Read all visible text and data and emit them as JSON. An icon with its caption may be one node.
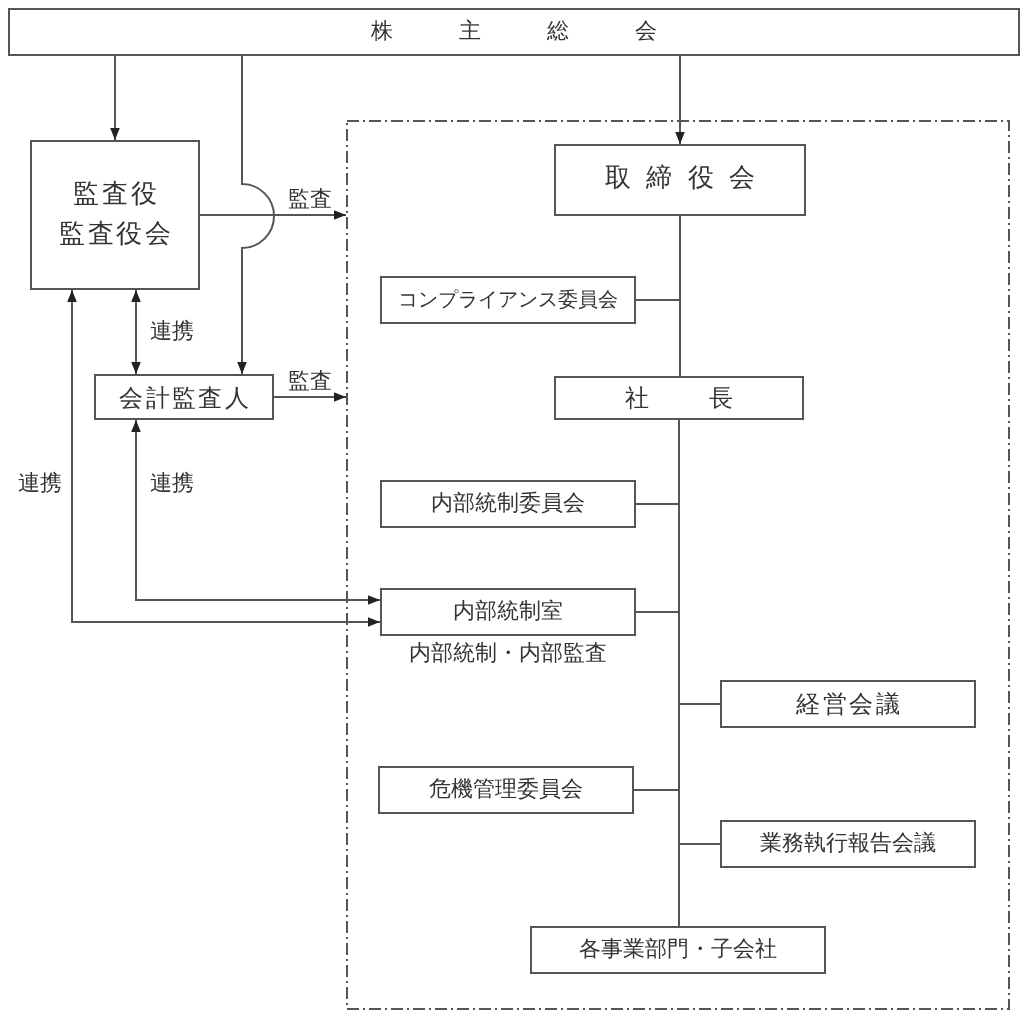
{
  "diagram": {
    "nodes": [
      {
        "text": [
          "株主総会"
        ]
      },
      {
        "text": [
          "監査役",
          "監査役会"
        ]
      },
      {
        "text": [],
        "shape": "box"
      },
      {
        "text": [
          "会計監査人"
        ]
      },
      {
        "text": [
          "取締役会"
        ],
        "in": 2
      },
      {
        "text": [
          "コンプライアンス委員会"
        ],
        "in": 2
      },
      {
        "text": [
          "社長"
        ],
        "in": 2
      },
      {
        "text": [
          "内部統制委員会"
        ],
        "in": 2
      },
      {
        "text": [
          "内部統制室"
        ],
        "in": 2,
        "beside": [
          "内部統制・内部監査"
        ]
      },
      {
        "text": [
          "経営会議"
        ],
        "in": 2
      },
      {
        "text": [
          "危機管理委員会"
        ],
        "in": 2
      },
      {
        "text": [
          "業務執行報告会議"
        ],
        "in": 2
      },
      {
        "text": [
          "各事業部門・子会社"
        ],
        "in": 2
      }
    ],
    "edges": [
      {
        "from": 0,
        "to": 1,
        "arrow": "to"
      },
      {
        "from": 0,
        "to": 3,
        "arrow": "to"
      },
      {
        "from": 0,
        "to": 4,
        "arrow": "to"
      },
      {
        "from": 1,
        "to": 2,
        "arrow": "to",
        "label": "監査"
      },
      {
        "from": 3,
        "to": 2,
        "arrow": "to",
        "label": "監査"
      },
      {
        "from": 1,
        "to": 3,
        "arrow": "both",
        "label": "連携"
      },
      {
        "from": 8,
        "to": 3,
        "arrow": "both",
        "label": "連携"
      },
      {
        "from": 8,
        "to": 1,
        "arrow": "both",
        "label": "連携"
      },
      {
        "from": 4,
        "to": 5,
        "arrow": "none"
      },
      {
        "from": 4,
        "to": 6,
        "arrow": "none"
      },
      {
        "from": 6,
        "to": 7,
        "arrow": "none"
      },
      {
        "from": 6,
        "to": 8,
        "arrow": "none"
      },
      {
        "from": 6,
        "to": 9,
        "arrow": "none"
      },
      {
        "from": 6,
        "to": 10,
        "arrow": "none"
      },
      {
        "from": 6,
        "to": 11,
        "arrow": "none"
      },
      {
        "from": 6,
        "to": 12,
        "arrow": "none"
      }
    ]
  }
}
